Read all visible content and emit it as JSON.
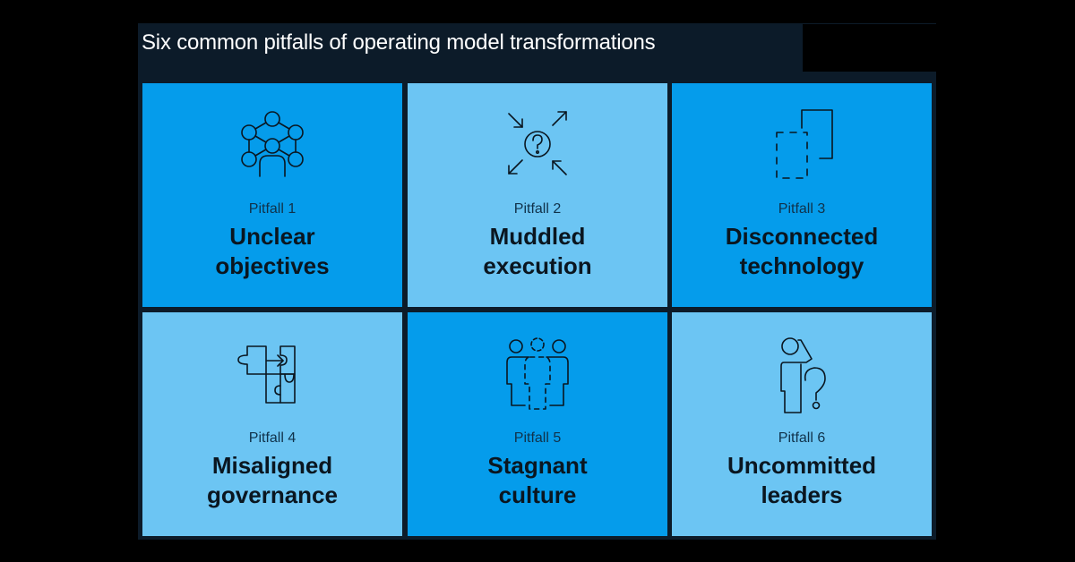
{
  "title": "Six common pitfalls of operating model transformations",
  "colors": {
    "background": "#000000",
    "frame": "#0c1b29",
    "card_dark": "#059ceb",
    "card_light": "#6cc5f3",
    "text": "#0a1620",
    "title_text": "#ffffff"
  },
  "pitfalls": [
    {
      "label": "Pitfall 1",
      "line1": "Unclear",
      "line2": "objectives",
      "icon": "network-person-icon",
      "tone": "dark"
    },
    {
      "label": "Pitfall 2",
      "line1": "Muddled",
      "line2": "execution",
      "icon": "question-arrows-icon",
      "tone": "light"
    },
    {
      "label": "Pitfall 3",
      "line1": "Disconnected",
      "line2": "technology",
      "icon": "disconnected-squares-icon",
      "tone": "dark"
    },
    {
      "label": "Pitfall 4",
      "line1": "Misaligned",
      "line2": "governance",
      "icon": "puzzle-pieces-icon",
      "tone": "light"
    },
    {
      "label": "Pitfall 5",
      "line1": "Stagnant",
      "line2": "culture",
      "icon": "people-group-icon",
      "tone": "dark"
    },
    {
      "label": "Pitfall 6",
      "line1": "Uncommitted",
      "line2": "leaders",
      "icon": "confused-person-icon",
      "tone": "light"
    }
  ]
}
